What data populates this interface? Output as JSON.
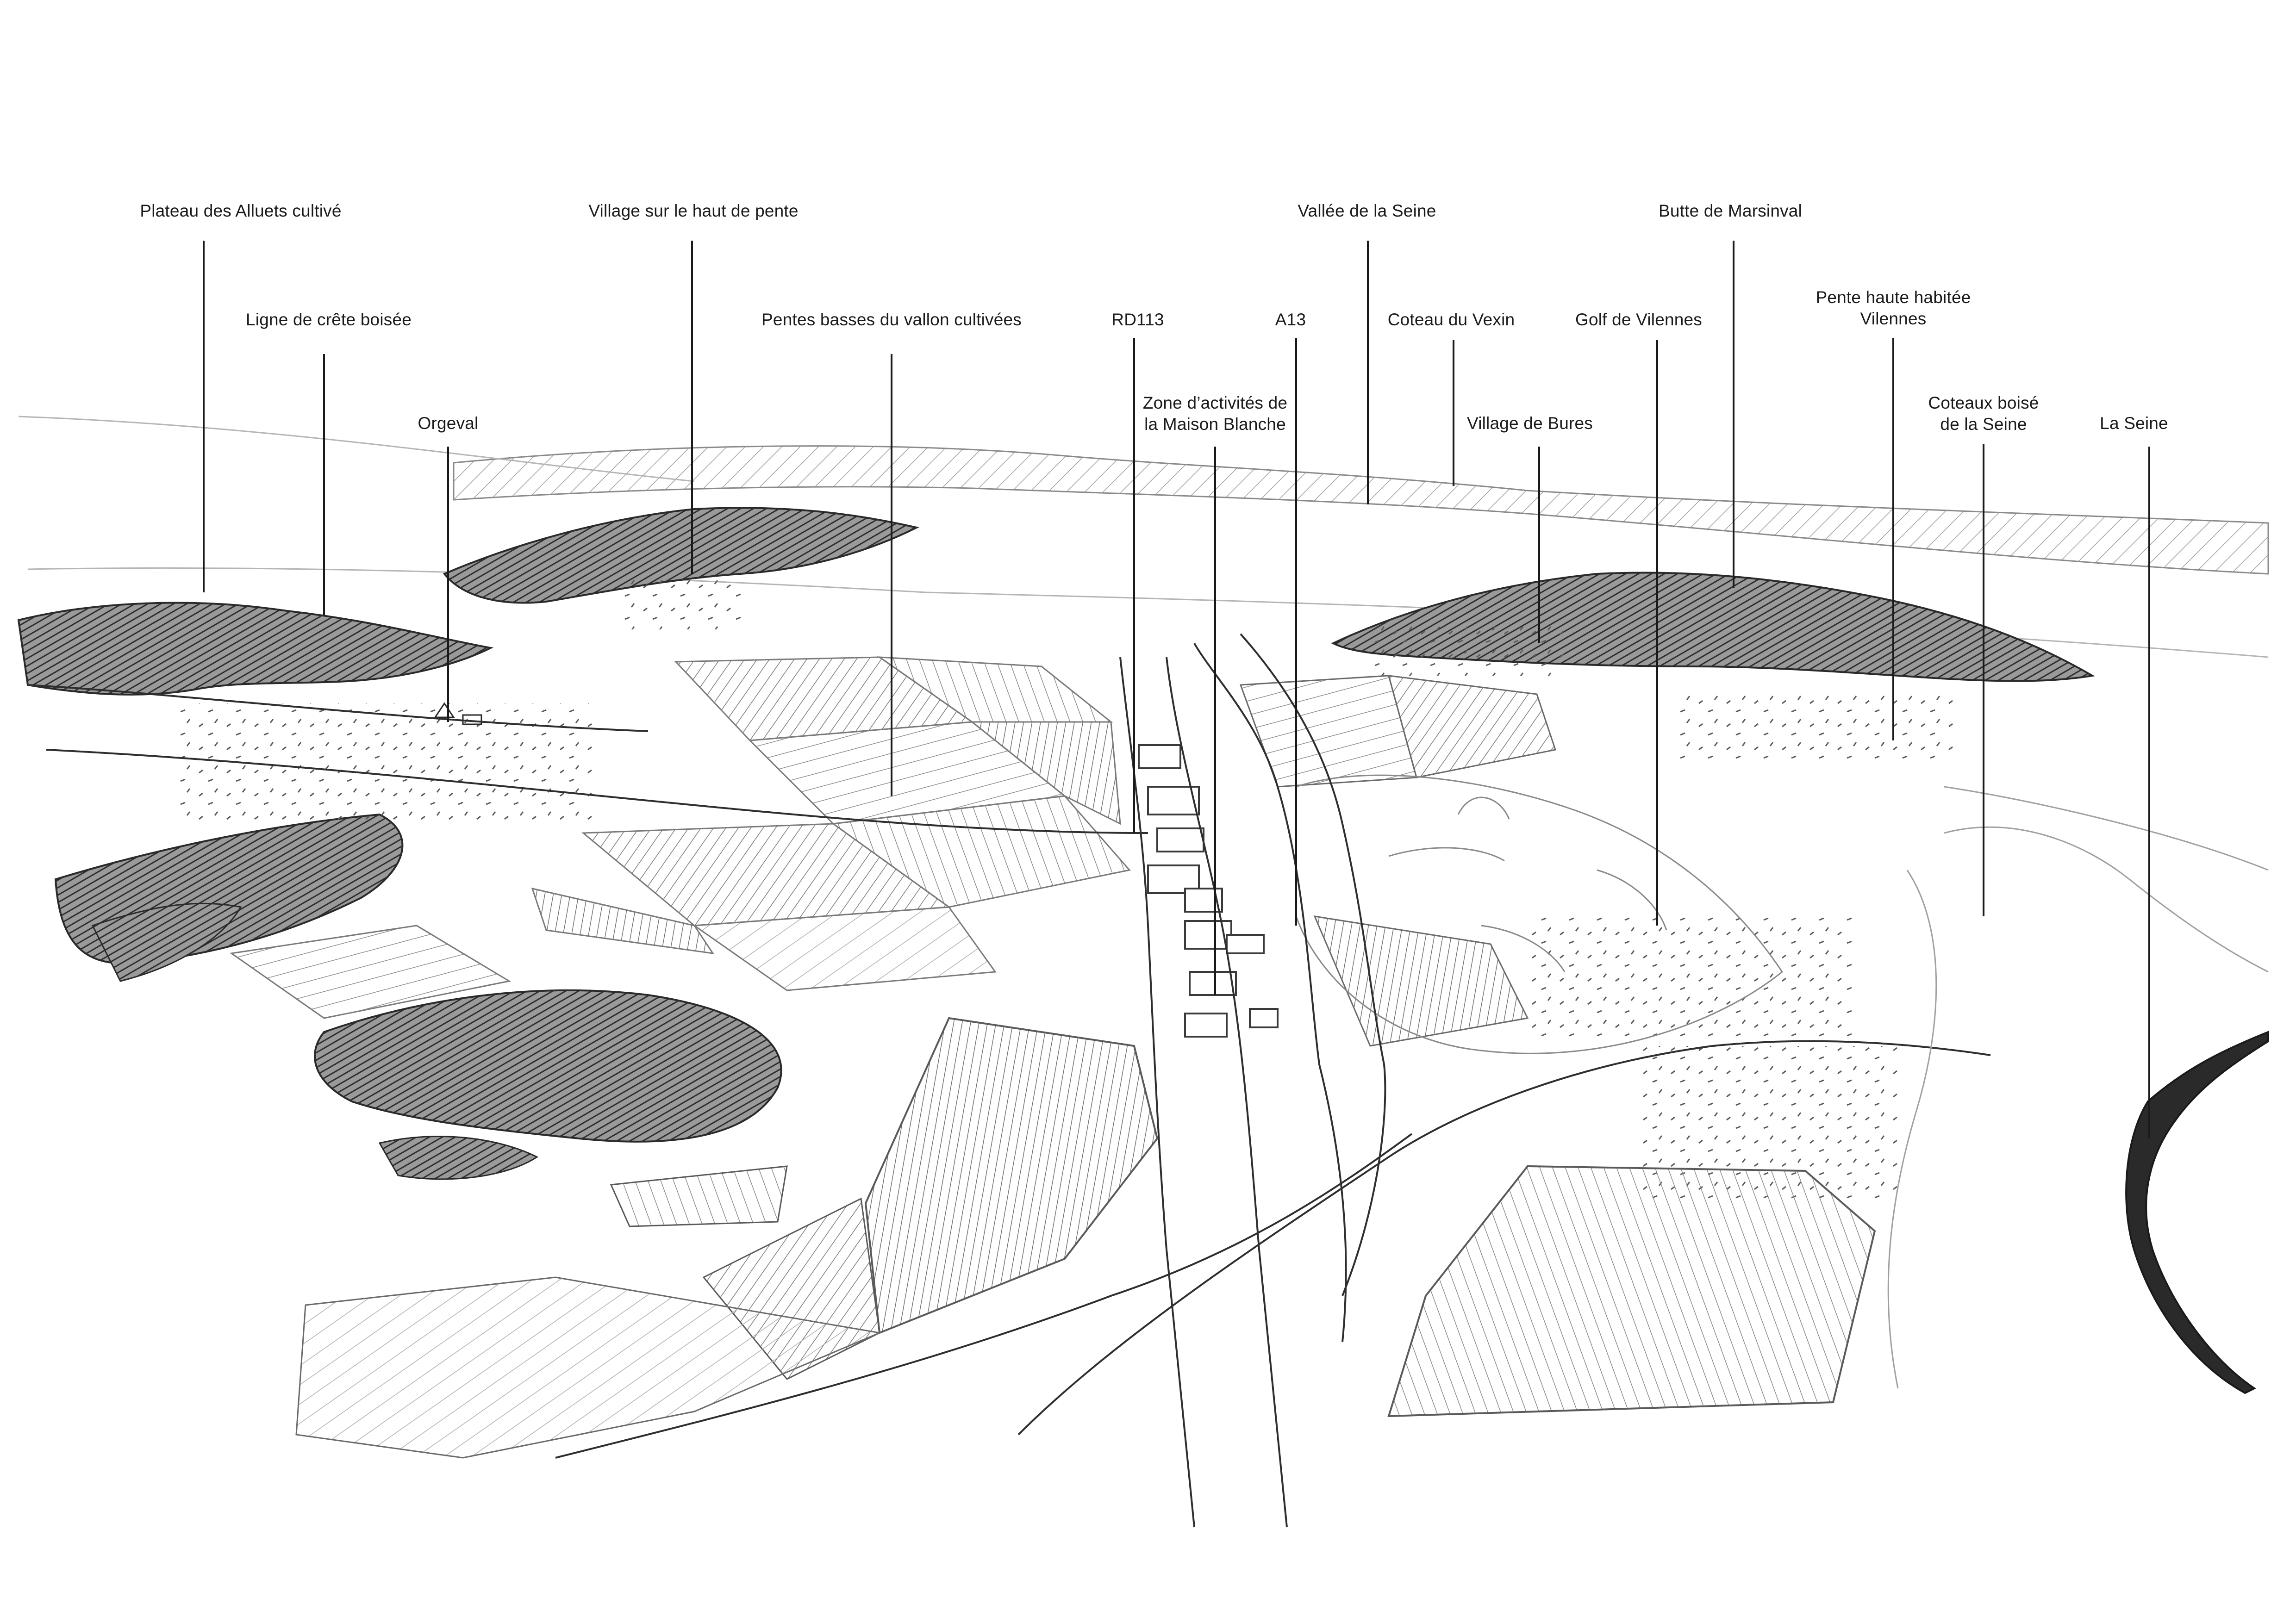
{
  "labels": {
    "plateau": "Plateau des Alluets cultivé",
    "ligne_crete": "Ligne de crête boisée",
    "orgeval": "Orgeval",
    "village_haut": "Village sur le haut de pente",
    "pentes_basses": "Pentes basses du vallon cultivées",
    "rd113": "RD113",
    "zone_line1": "Zone d’activités de",
    "zone_line2": "la Maison Blanche",
    "a13": "A13",
    "vallee_seine": "Vallée de la Seine",
    "coteau_vexin": "Coteau du Vexin",
    "village_bures": "Village de Bures",
    "golf": "Golf de Vilennes",
    "butte": "Butte de Marsinval",
    "pente_line1": "Pente haute habitée",
    "pente_line2": "Vilennes",
    "coteaux_line1": "Coteaux boisé",
    "coteaux_line2": "de la Seine",
    "la_seine": "La Seine"
  },
  "colors": {
    "ink": "#1a1a1a",
    "pencil": "#6e6e6e",
    "light_pencil": "#a8a8a8",
    "forest": "#3a3a3a",
    "paper": "#ffffff"
  }
}
